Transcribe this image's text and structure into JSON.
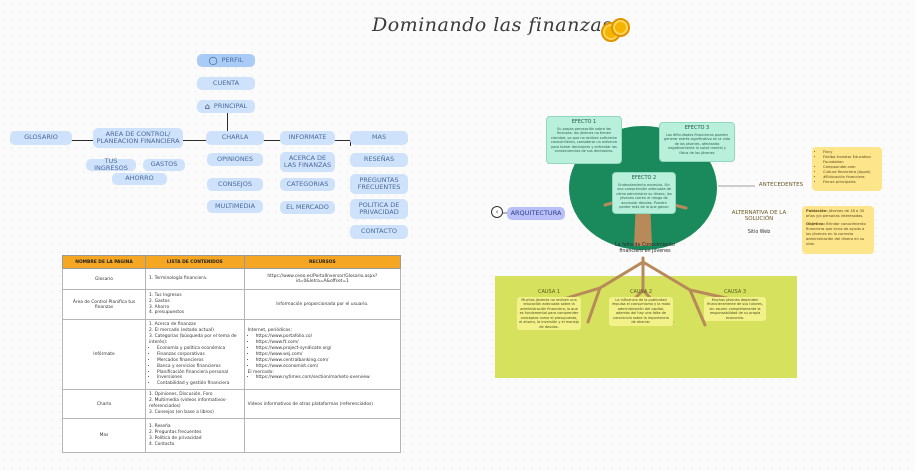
{
  "title": "Dominando las finanzas",
  "icons": {
    "coins": "coins-icon",
    "user": "user-icon",
    "home": "home-icon",
    "back": "arrow-left-icon"
  },
  "colors": {
    "node": "#cfe2fb",
    "table_header": "#f5a623",
    "tree": "#1a8a5c",
    "roots": "#d3e15c",
    "note": "#fde58c"
  },
  "sitemap": {
    "top": {
      "perfil": "PERFIL",
      "cuenta": "CUENTA",
      "principal": "PRINCIPAL"
    },
    "nav": {
      "glosario": "GLOSARIO",
      "area": "AREA DE CONTROL/ PLANEACION FINANCIERA",
      "charla": "CHARLA",
      "informate": "INFORMATE",
      "mas": "MAS"
    },
    "area_children": [
      "TUS INGRESOS",
      "GASTOS",
      "AHORRO"
    ],
    "charla_children": [
      "OPINIONES",
      "CONSEJOS",
      "MULTIMEDIA"
    ],
    "informate_children": [
      "ACERCA DE LAS FINANZAS",
      "CATEGORIAS",
      "EL MERCADO"
    ],
    "mas_children": [
      "RESEÑAS",
      "PREGUNTAS FRECUENTES",
      "POLITICA DE PRIVACIDAD",
      "CONTACTO"
    ]
  },
  "table": {
    "headers": [
      "NOMBRE DE LA PAGINA",
      "LISTA DE CONTENIDOS",
      "RECURSOS"
    ],
    "rows": [
      {
        "name": "Glosario",
        "contents": [
          "1. Terminología financiera."
        ],
        "resources": "https://www.ceeo.es/PortalInversor/Glosario.aspx?id=0&letra=A&offset=1"
      },
      {
        "name": "Área de Control Planifica tus finanzas",
        "contents": [
          "1. Tus Ingresos",
          "2. Gastos",
          "3. Ahorro",
          "4. presupuestos"
        ],
        "resources": "Información proporcionada por el usuario."
      },
      {
        "name": "Infórmate",
        "contents": [
          "1. Acerca de finanzas",
          "2. El mercado (estado actual)",
          "3. Categorías (búsqueda por el tema de interés):"
        ],
        "bullets": [
          "Economía y política económica",
          "Finanzas corporativas",
          "Mercados financieros",
          "Banca y servicios financieros",
          "Planificación financiera personal",
          "Inversiones",
          "Contabilidad y gestión financiera"
        ],
        "resources_intro": "Internet, periódicos:",
        "links": [
          "https://www.portafolio.co/",
          "https://www.ft.com/",
          "https://www.project-syndicate.org/",
          "https://www.wsj.com/",
          "https://www.centralbanking.com/",
          "https://www.economist.com/"
        ],
        "resources_mid": "El mercado:",
        "links2": [
          "https://www.nytimes.com/section/markets-overview"
        ]
      },
      {
        "name": "Charla",
        "contents": [
          "1. Opiniones, Discusión, Foro",
          "2. Multimedia (videos informativos- referenciados)",
          "3. Consejos (en base a libros)"
        ],
        "resources": "Videos informativos de otras plataformas (referenciados)"
      },
      {
        "name": "Mas",
        "contents": [
          "1. Reseña",
          "2. Preguntas frecuentes",
          "3. Política de privacidad",
          "4. Contacto"
        ],
        "resources": ""
      }
    ]
  },
  "tree": {
    "arquitectura": "ARQUITECTURA",
    "trunk_label": "La falta de Conocimiento financiero en jóvenes",
    "efectos": [
      {
        "title": "EFECTO 1",
        "text": "Su propia percepción sobre las finanzas: los jóvenes no tienen claridad, ya que no reciben suficiente conocimiento, considerar un esfuerzo para tomar decisiones y enfrentar las consecuencias de sus decisiones."
      },
      {
        "title": "EFECTO 3",
        "text": "Las dificultades financieras pueden generar estrés significativo en la vida de los jóvenes, afectando negativamente la salud mental y física de los jóvenes"
      },
      {
        "title": "EFECTO 2",
        "text": "Endeudamiento excesivo. Sin una comprensión adecuada de cómo administrar su dinero, los jóvenes corren el riesgo de acumular deudas. Pueden perder más de lo que ganan"
      }
    ],
    "causas": [
      {
        "title": "CAUSA 1",
        "text": "Muchos jóvenes no reciben una educación adecuada sobre la administración financiera, lo que es fundamental para comprender conceptos como el presupuesto, el ahorro, la inversión y el manejo de deudas."
      },
      {
        "title": "CAUSA 2",
        "text": "La influencia de la publicidad impulsa el consumismo y la mala administración del capital, además del hay una falta de conciencia sobre la importancia de ahorrar."
      },
      {
        "title": "CAUSA 3",
        "text": "Muchos jóvenes dependen financieramente de sus tutores, sin asumir completamente la responsabilidad de su propia economía."
      }
    ],
    "antecedentes": "ANTECEDENTES",
    "antecedentes_list": [
      "Fincy",
      "Fintiba Investor Education Foundation",
      "Compounder.com",
      "Cultura financiera (Apple)",
      "#Educación financiera",
      "Finnzz principales"
    ],
    "alternativa": "ALTERNATIVA DE LA SOLUCIÓN",
    "sitio": "Sitio Web",
    "poblacion_label": "Población:",
    "poblacion": "Jóvenes de 18 a 30 años y/o personas interesadas.",
    "objetivo_label": "Objetivo:",
    "objetivo": "Brindar conocimiento financiero que sirva de ayuda a los jóvenes en la correcta administración del dinero en su vida."
  }
}
